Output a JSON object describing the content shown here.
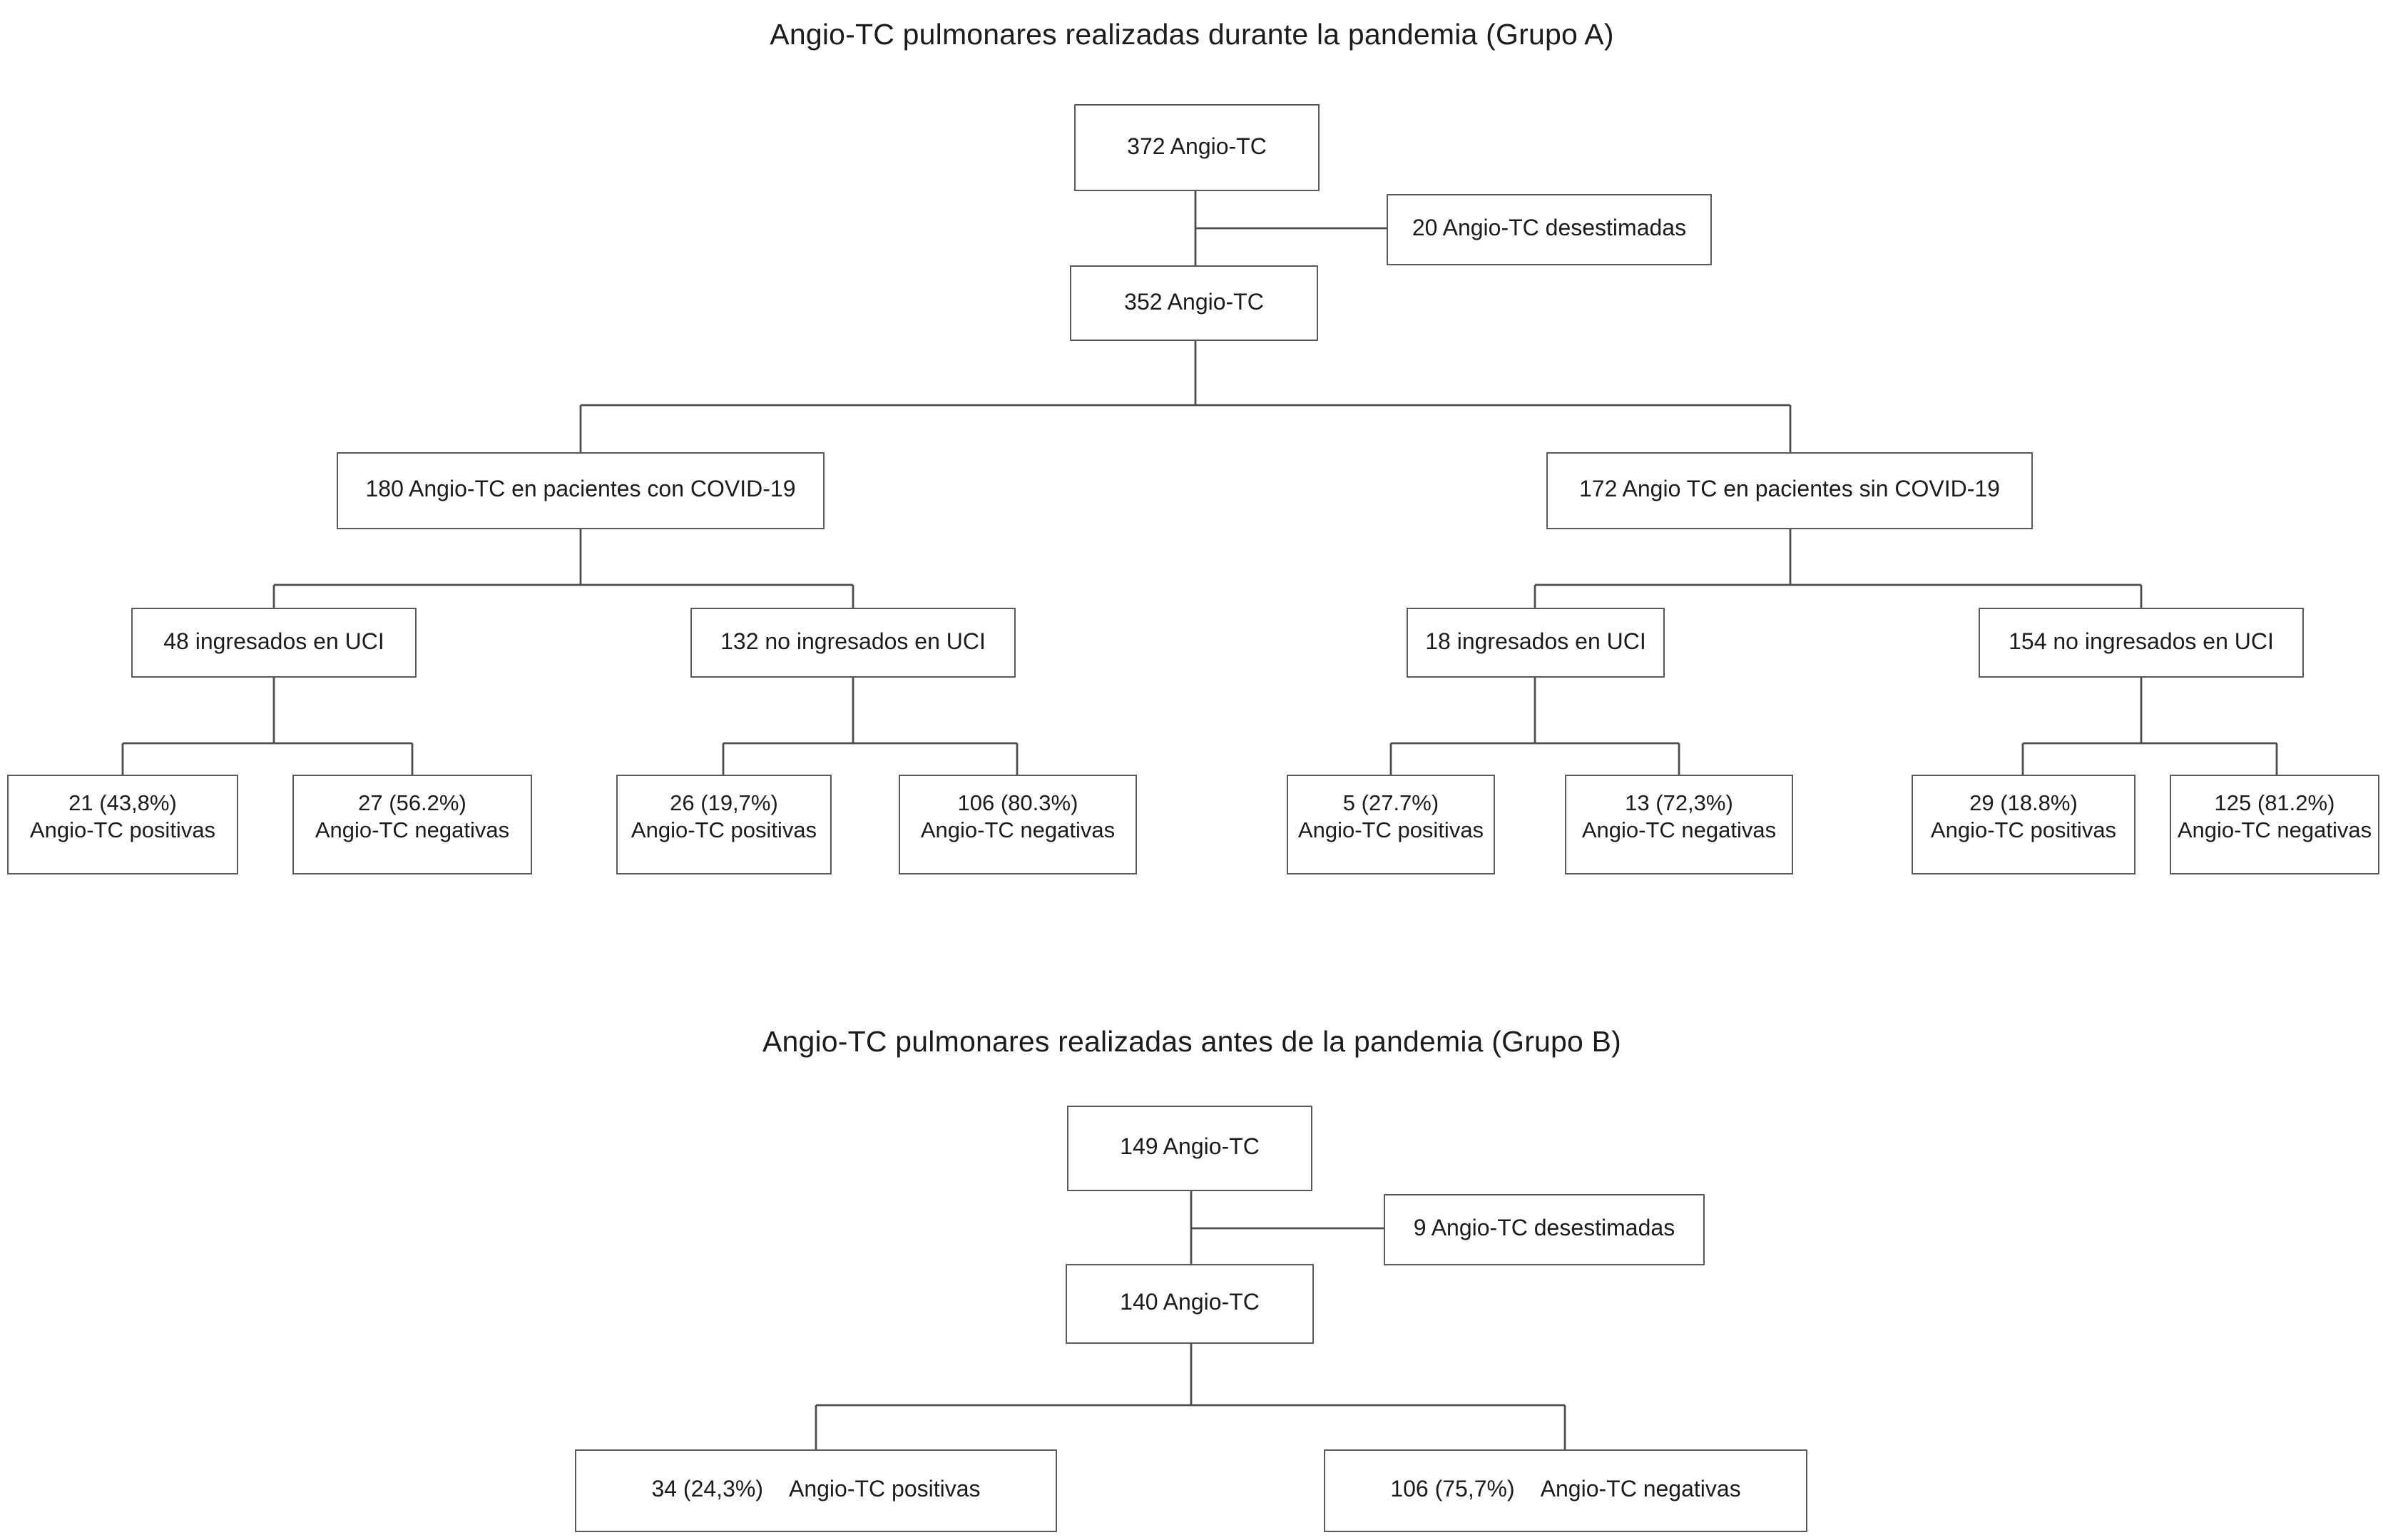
{
  "colors": {
    "background": "#ffffff",
    "box_border": "#5a5a5a",
    "connector_line": "#4d4d4d",
    "text": "#1c1c1c"
  },
  "group_a": {
    "title": "Angio-TC pulmonares realizadas durante la pandemia (Grupo A)",
    "nodes": {
      "root": "372 Angio-TC",
      "discarded": "20 Angio-TC desestimadas",
      "accepted": "352 Angio-TC",
      "covid": "180 Angio-TC en pacientes con COVID-19",
      "no_covid": "172 Angio TC en pacientes sin COVID-19",
      "covid_icu": "48 ingresados en UCI",
      "covid_no_icu": "132 no ingresados en UCI",
      "no_covid_icu": "18 ingresados en UCI",
      "no_covid_no_icu": "154 no ingresados en UCI"
    },
    "leaves": [
      {
        "value": "21 (43,8%)",
        "label": "Angio-TC positivas"
      },
      {
        "value": "27 (56.2%)",
        "label": "Angio-TC negativas"
      },
      {
        "value": "26 (19,7%)",
        "label": "Angio-TC positivas"
      },
      {
        "value": "106 (80.3%)",
        "label": "Angio-TC negativas"
      },
      {
        "value": "5 (27.7%)",
        "label": "Angio-TC positivas"
      },
      {
        "value": "13 (72,3%)",
        "label": "Angio-TC negativas"
      },
      {
        "value": "29 (18.8%)",
        "label": "Angio-TC positivas"
      },
      {
        "value": "125 (81.2%)",
        "label": "Angio-TC negativas"
      }
    ]
  },
  "group_b": {
    "title": "Angio-TC pulmonares realizadas antes de la pandemia (Grupo B)",
    "nodes": {
      "root": "149 Angio-TC",
      "discarded": "9 Angio-TC desestimadas",
      "accepted": "140 Angio-TC"
    },
    "leaves": [
      {
        "value": "34 (24,3%)",
        "label": "Angio-TC positivas"
      },
      {
        "value": "106 (75,7%)",
        "label": "Angio-TC negativas"
      }
    ]
  }
}
